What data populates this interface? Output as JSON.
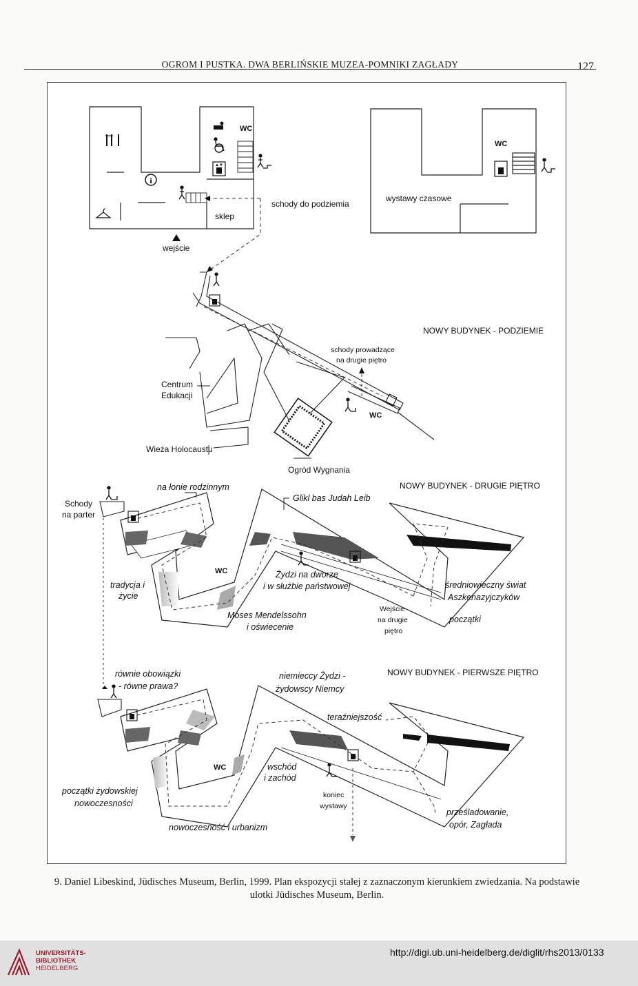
{
  "header": {
    "title": "OGROM I PUSTKA. DWA BERLIŃSKIE MUZEA-POMNIKI ZAGŁADY",
    "page_number": "127"
  },
  "figure": {
    "ground_floor": {
      "wc_left": "WC",
      "stairs_down": "schody do podziemia",
      "shop": "sklep",
      "entrance": "wejście",
      "wc_right": "WC",
      "temporary": "wystawy czasowe"
    },
    "basement": {
      "heading": "NOWY BUDYNEK - PODZIEMIE",
      "stairs_up_1": "schody prowadzące",
      "stairs_up_2": "na drugie piętro",
      "wc": "WC",
      "education_1": "Centrum",
      "education_2": "Edukacji",
      "tower": "Wieża Holocaustu",
      "garden": "Ogród Wygnania"
    },
    "second_floor": {
      "heading": "NOWY BUDYNEK - DRUGIE PIĘTRO",
      "stairs_1": "Schody",
      "stairs_2": "na parter",
      "family": "na łonie rodzinnym",
      "glikl": "Glikl bas Judah Leib",
      "tradition_1": "tradycja i",
      "tradition_2": "życie",
      "wc": "WC",
      "court_1": "Żydzi na dworze",
      "court_2": "i w służbie państwowej",
      "medieval_1": "średniowieczny świat",
      "medieval_2": "Aszkenazyjczyków",
      "mendelssohn_1": "Moses Mendelssohn",
      "mendelssohn_2": "i oświecenie",
      "entry_1": "Wejście",
      "entry_2": "na drugie",
      "entry_3": "piętro",
      "beginnings": "początki"
    },
    "first_floor": {
      "heading": "NOWY BUDYNEK - PIERWSZE PIĘTRO",
      "equal_1": "równie obowiązki",
      "equal_2": "- równe prawa?",
      "german_1": "niemieccy Żydzi -",
      "german_2": "żydowscy Niemcy",
      "present": "teraźniejszość",
      "wc": "WC",
      "east_1": "wschód",
      "east_2": "i zachód",
      "modernity_1": "początki żydowskiej",
      "modernity_2": "nowoczesności",
      "end_1": "koniec",
      "end_2": "wystawy",
      "persecution_1": "prześladowanie,",
      "persecution_2": "opór, Zagłada",
      "urbanism": "nowoczesność  i urbanizm"
    }
  },
  "caption": {
    "line1": "9. Daniel Libeskind, Jüdisches Museum, Berlin, 1999. Plan ekspozycji stałej z zaznaczonym kierunkiem zwiedzania. Na podstawie",
    "line2": "ulotki Jüdisches Museum, Berlin."
  },
  "footer": {
    "library_line1": "UNIVERSITÄTS-",
    "library_line2": "BIBLIOTHEK",
    "library_line3": "HEIDELBERG",
    "url": "http://digi.ub.uni-heidelberg.de/diglit/rhs2013/0133"
  },
  "colors": {
    "library_red": "#9b1c2c",
    "footer_bg": "#e1e1e1"
  },
  "icons": [
    "restaurant-icon",
    "info-icon",
    "cloakroom-icon",
    "wheelchair-icon",
    "baby-change-icon",
    "elevator-icon",
    "stairs-person-icon"
  ]
}
